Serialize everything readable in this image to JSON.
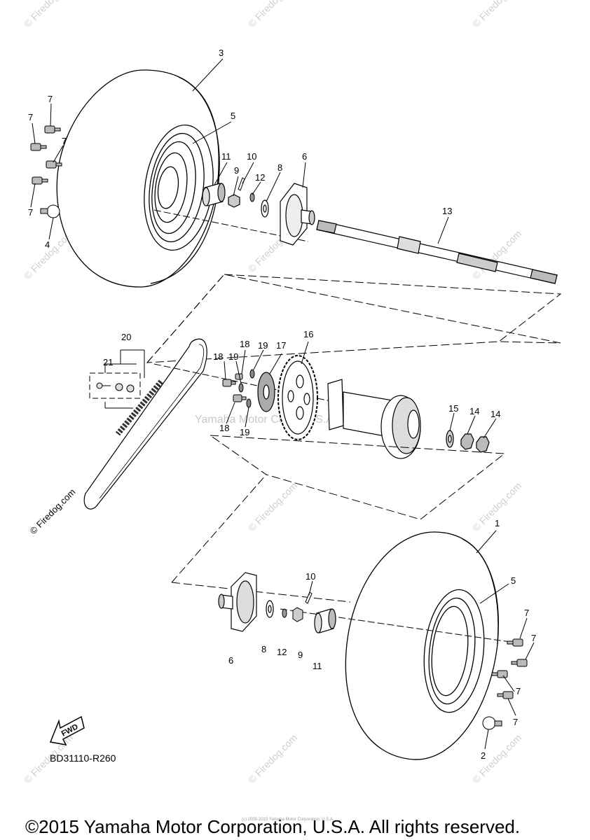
{
  "diagram": {
    "part_numbers": {
      "p1": "1",
      "p2": "2",
      "p3": "3",
      "p4": "4",
      "p5_top": "5",
      "p5_bottom": "5",
      "p6_top": "6",
      "p6_bottom": "6",
      "p7": "7",
      "p8_top": "8",
      "p8_bottom": "8",
      "p9_top": "9",
      "p9_bottom": "9",
      "p10_top": "10",
      "p10_bottom": "10",
      "p11_top": "11",
      "p11_bottom": "11",
      "p12_top": "12",
      "p12_bottom": "12",
      "p13": "13",
      "p14": "14",
      "p15": "15",
      "p16": "16",
      "p17": "17",
      "p18": "18",
      "p19": "19",
      "p20": "20",
      "p21": "21"
    },
    "fwd_label": "FWD",
    "diagram_code": "BD31110-R260",
    "center_watermark": "Yamaha Motor Corp., U.S.A.",
    "watermark_text": "© Firedog.com",
    "side_watermark": "© Firedog.com",
    "tiny_notice": "(c) 2005-2015 Yamaha Motor Corporation, U.S.A.",
    "copyright": "©2015 Yamaha Motor Corporation, U.S.A. All rights reserved."
  }
}
